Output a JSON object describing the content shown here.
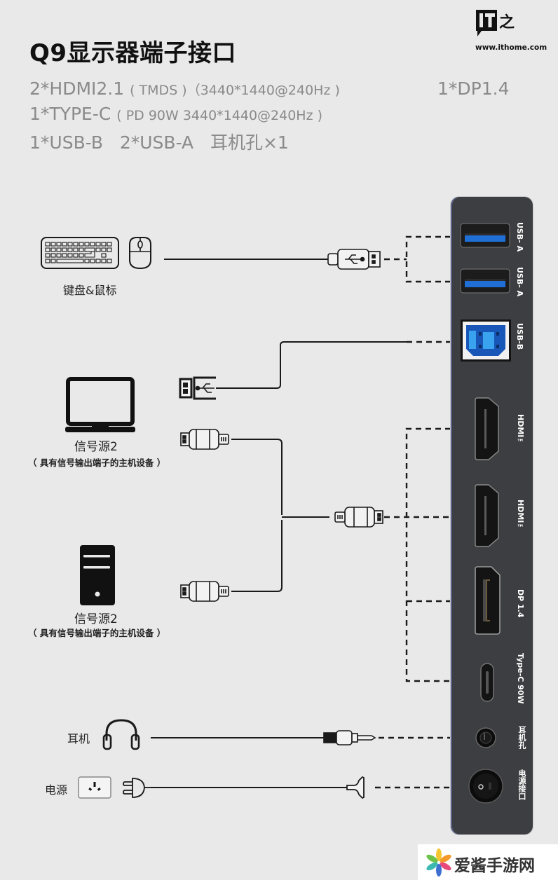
{
  "header": {
    "title": "Q9显示器端子接口",
    "specs": [
      {
        "main": "2*HDMI2.1",
        "detail": "( TMDS )（3440*1440@240Hz )",
        "extra": "1*DP1.4"
      },
      {
        "main": "1*TYPE-C",
        "detail": "( PD 90W 3440*1440@240Hz )",
        "extra": ""
      },
      {
        "main": "1*USB-B   2*USB-A   耳机孔×1",
        "detail": "",
        "extra": ""
      }
    ]
  },
  "watermark": {
    "logo_text": "IT之家",
    "url": "www.ithome.com"
  },
  "devices": {
    "keyboard_mouse": "键盘&鼠标",
    "source1": {
      "name": "信号源2",
      "desc": "（ 具有信号输出端子的主机设备 ）"
    },
    "source2": {
      "name": "信号源2",
      "desc": "（ 具有信号输出端子的主机设备 ）"
    },
    "headphones": "耳机",
    "power": "电源"
  },
  "ports": [
    {
      "id": "usb-a-1",
      "label": "USB- A"
    },
    {
      "id": "usb-a-2",
      "label": "USB- A"
    },
    {
      "id": "usb-b",
      "label": "USB-B"
    },
    {
      "id": "hdmi-1",
      "label": "HDMI™"
    },
    {
      "id": "hdmi-2",
      "label": "HDMI™"
    },
    {
      "id": "dp",
      "label": "DP 1.4"
    },
    {
      "id": "type-c",
      "label": "Type-C 90W"
    },
    {
      "id": "audio",
      "label": "耳机孔"
    },
    {
      "id": "power",
      "label": "电源接口"
    }
  ],
  "colors": {
    "background": "#e9e9e9",
    "panel": "#3d3e41",
    "usb_blue": "#1f6fd6",
    "usb_b_light": "#3aa3f0",
    "spec_gray": "#8a8a8a"
  },
  "footer": {
    "brand": "爱酱手游网"
  }
}
